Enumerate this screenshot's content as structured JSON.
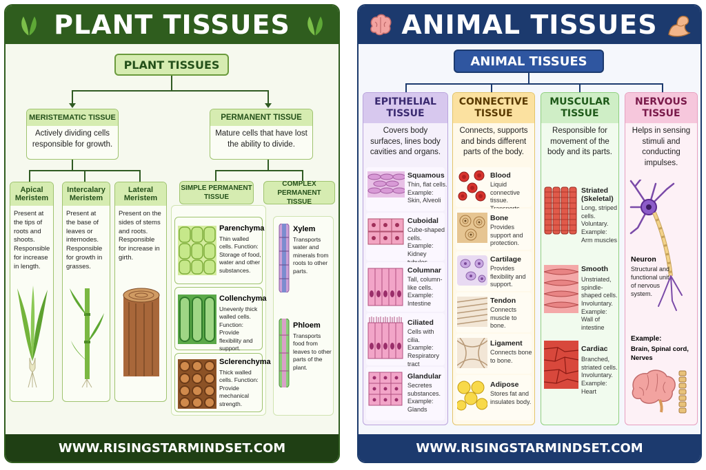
{
  "plant": {
    "title": "PLANT TISSUES",
    "root": "PLANT TISSUES",
    "footer": "WWW.RISINGSTARMINDSET.COM",
    "meristematic": {
      "title": "MERISTEMATIC TISSUE",
      "desc": "Actively dividing cells responsible for growth.",
      "types": [
        {
          "name": "Apical Meristem",
          "desc": "Present at the tips of roots and shoots. Responsible for increase in length."
        },
        {
          "name": "Intercalary Meristem",
          "desc": "Present at the base of leaves or internodes. Responsible for growth in grasses."
        },
        {
          "name": "Lateral Meristem",
          "desc": "Present on the sides of stems and roots. Responsible for increase in girth."
        }
      ]
    },
    "permanent": {
      "title": "PERMANENT TISSUE",
      "desc": "Mature cells that have lost the ability to divide.",
      "simple_title": "SIMPLE PERMANENT TISSUE",
      "complex_title": "COMPLEX PERMANENT TISSUE",
      "simple": [
        {
          "name": "Parenchyma",
          "desc": "Thin walled cells. Function: Storage of food, water and other substances."
        },
        {
          "name": "Collenchyma",
          "desc": "Unevenly thick walled cells. Function: Provide flexibility and support."
        },
        {
          "name": "Sclerenchyma",
          "desc": "Thick walled cells. Function: Provide mechanical strength."
        }
      ],
      "complex": [
        {
          "name": "Xylem",
          "desc": "Transports water and minerals from roots to other parts."
        },
        {
          "name": "Phloem",
          "desc": "Transports food from leaves to other parts of the plant."
        }
      ]
    }
  },
  "animal": {
    "title": "ANIMAL TISSUES",
    "root": "ANIMAL TISSUES",
    "footer": "WWW.RISINGSTARMINDSET.COM",
    "epithelial": {
      "title": "EPITHELIAL TISSUE",
      "desc": "Covers body surfaces, lines body cavities and organs.",
      "items": [
        {
          "name": "Squamous",
          "desc": "Thin, flat cells. Example: Skin, Alveoli"
        },
        {
          "name": "Cuboidal",
          "desc": "Cube-shaped cells. Example: Kidney tubules"
        },
        {
          "name": "Columnar",
          "desc": "Tall, column-like cells. Example: Intestine"
        },
        {
          "name": "Ciliated",
          "desc": "Cells with cilia. Example: Respiratory tract"
        },
        {
          "name": "Glandular",
          "desc": "Secretes substances. Example: Glands"
        }
      ]
    },
    "connective": {
      "title": "CONNECTIVE TISSUE",
      "desc": "Connects, supports and binds different parts of the body.",
      "items": [
        {
          "name": "Blood",
          "desc": "Liquid connective tissue. Transports substances."
        },
        {
          "name": "Bone",
          "desc": "Provides support and protection."
        },
        {
          "name": "Cartilage",
          "desc": "Provides flexibility and support."
        },
        {
          "name": "Tendon",
          "desc": "Connects muscle to bone."
        },
        {
          "name": "Ligament",
          "desc": "Connects bone to bone."
        },
        {
          "name": "Adipose",
          "desc": "Stores fat and insulates body."
        }
      ]
    },
    "muscular": {
      "title": "MUSCULAR TISSUE",
      "desc": "Responsible for movement of the body and its parts.",
      "items": [
        {
          "name": "Striated (Skeletal)",
          "desc": "Long, striped cells. Voluntary. Example: Arm muscles"
        },
        {
          "name": "Smooth",
          "desc": "Unstriated, spindle-shaped cells. Involuntary. Example: Wall of intestine"
        },
        {
          "name": "Cardiac",
          "desc": "Branched, striated cells. Involuntary. Example: Heart"
        }
      ]
    },
    "nervous": {
      "title": "NERVOUS TISSUE",
      "desc": "Helps in sensing stimuli and conducting impulses.",
      "neuron_name": "Neuron",
      "neuron_desc": "Structural and functional unit of nervous system.",
      "example_label": "Example:",
      "example": "Brain, Spinal cord, Nerves"
    }
  },
  "colors": {
    "plant_dark": "#2f5d1e",
    "plant_light": "#d6ecb1",
    "animal_dark": "#1c3a6e",
    "epithelial": "#d7c8ee",
    "connective": "#fbe1a0",
    "muscular": "#cfeec6",
    "nervous": "#f6c7dc"
  }
}
